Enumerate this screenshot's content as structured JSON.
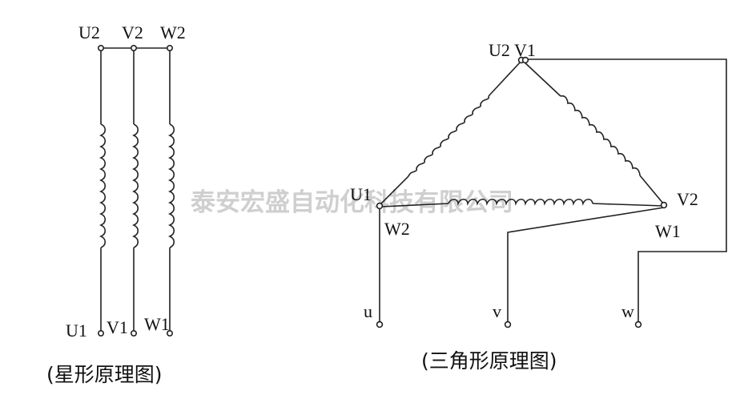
{
  "star": {
    "top_labels": [
      "U2",
      "V2",
      "W2"
    ],
    "bottom_labels": [
      "U1",
      "V1",
      "W1"
    ],
    "caption": "(星形原理图)"
  },
  "delta": {
    "labels": {
      "top": "U2 V1",
      "left_upper": "U1",
      "left_lower": "W2",
      "right_upper": "V2",
      "right_lower": "W1"
    },
    "terminals": [
      "u",
      "v",
      "w"
    ],
    "caption": "(三角形原理图)"
  },
  "watermark": "泰安宏盛自动化科技有限公司",
  "colors": {
    "line": "#222222",
    "watermark": "#cfcfcf"
  }
}
